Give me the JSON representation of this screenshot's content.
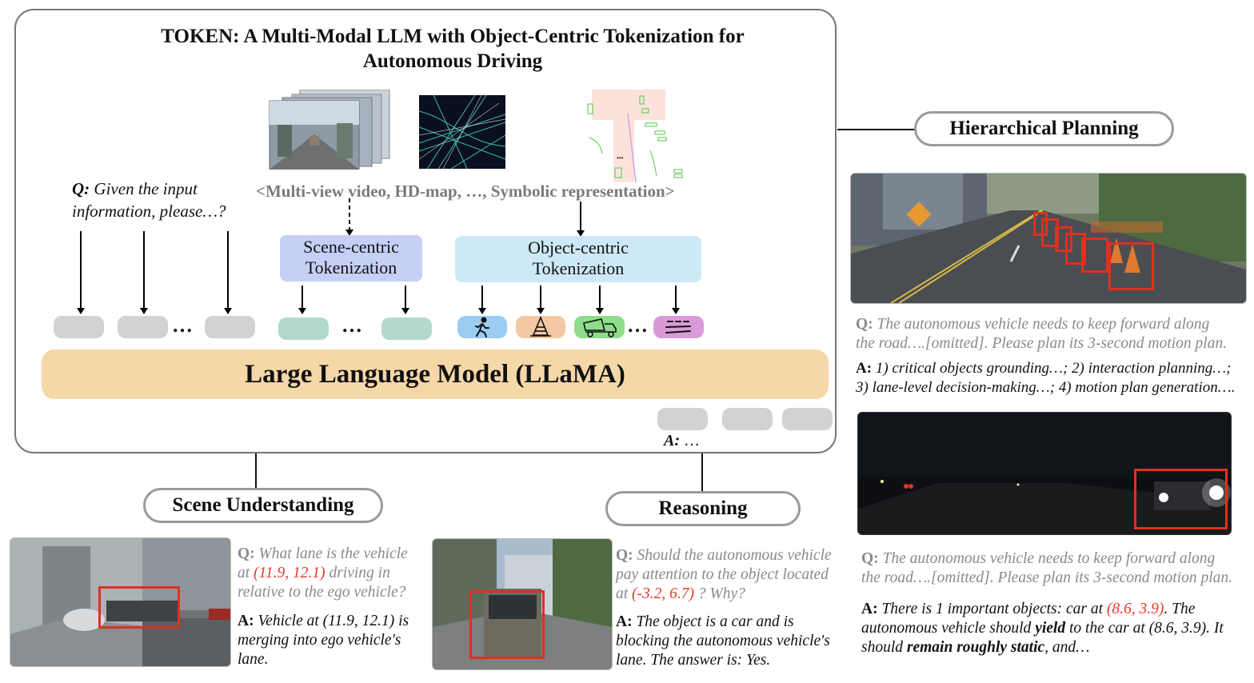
{
  "title_line1": "TOKEN: A Multi-Modal LLM with Object-Centric Tokenization for",
  "title_line2": "Autonomous Driving",
  "inputs_line": "<Multi-view video, HD-map, …,  Symbolic representation>",
  "question_prefix": "Q:",
  "question_line1": "Given the input",
  "question_line2": "information, please…?",
  "scene_tokenization": {
    "line1": "Scene-centric",
    "line2": "Tokenization"
  },
  "object_tokenization": {
    "line1": "Object-centric",
    "line2": "Tokenization"
  },
  "ellipsis": "…",
  "llm_label": "Large Language Model (LLaMA)",
  "answer_label": "A:",
  "answer_dots": "…",
  "object_token_icons": [
    "pedestrian-icon",
    "traffic-cone-icon",
    "dump-truck-icon",
    "lane-lines-icon"
  ],
  "colors": {
    "scene_tokenization": "#c6cff6",
    "object_tokenization": "#cde9f7",
    "llm": "#f6d7a8",
    "pedestrian_token": "#9dccf2",
    "cone_token": "#f2c8a5",
    "truck_token": "#8fdc8a",
    "lane_token": "#d99bd8",
    "bounding_box": "#e0301e",
    "highlight_text": "#e53b2c"
  },
  "sections": {
    "hierarchical_planning": "Hierarchical Planning",
    "scene_understanding": "Scene Understanding",
    "reasoning": "Reasoning"
  },
  "scene_understanding_qa": {
    "q_prefix": "Q:",
    "q_line1": "What lane is the vehicle",
    "q_line2_pre": "at",
    "q_coord": "(11.9, 12.1)",
    "q_line2_post": "driving in",
    "q_line3": "relative to the ego vehicle?",
    "a_prefix": "A:",
    "a_line1": "Vehicle at (11.9, 12.1) is",
    "a_line2": "merging into ego vehicle's",
    "a_line3": "lane."
  },
  "reasoning_qa": {
    "q_prefix": "Q:",
    "q_line1": "Should the autonomous vehicle",
    "q_line2": "pay attention to the object located",
    "q_line3_pre": "at",
    "q_coord": "(-3.2, 6.7)",
    "q_line3_post": "? Why?",
    "a_prefix": "A:",
    "a_line1": "The object is a car and is",
    "a_line2": "blocking the autonomous vehicle's",
    "a_line3": "lane. The answer is: Yes."
  },
  "planning_qa_1": {
    "q_prefix": "Q:",
    "q_line1": "The autonomous vehicle needs to keep forward along",
    "q_line2": "the road….[omitted]. Please plan its 3-second motion plan.",
    "a_prefix": "A:",
    "a_line1": "1) critical objects grounding…;  2) interaction planning…;",
    "a_line2": "3) lane-level decision-making…; 4) motion plan generation…."
  },
  "planning_qa_2": {
    "q_prefix": "Q:",
    "q_line1": "The autonomous vehicle needs to keep forward along",
    "q_line2": "the road….[omitted]. Please plan its 3-second motion plan.",
    "a_prefix": "A:",
    "a_line1_pre": "There is 1 important objects: car at",
    "a_coord": "(8.6, 3.9)",
    "a_line1_post": ". The",
    "a_line2_pre": "autonomous vehicle should",
    "a_yield": "yield",
    "a_line2_post": "to the car at (8.6, 3.9). It",
    "a_line3_pre": "should",
    "a_static": "remain roughly static",
    "a_line3_post": ", and…"
  }
}
